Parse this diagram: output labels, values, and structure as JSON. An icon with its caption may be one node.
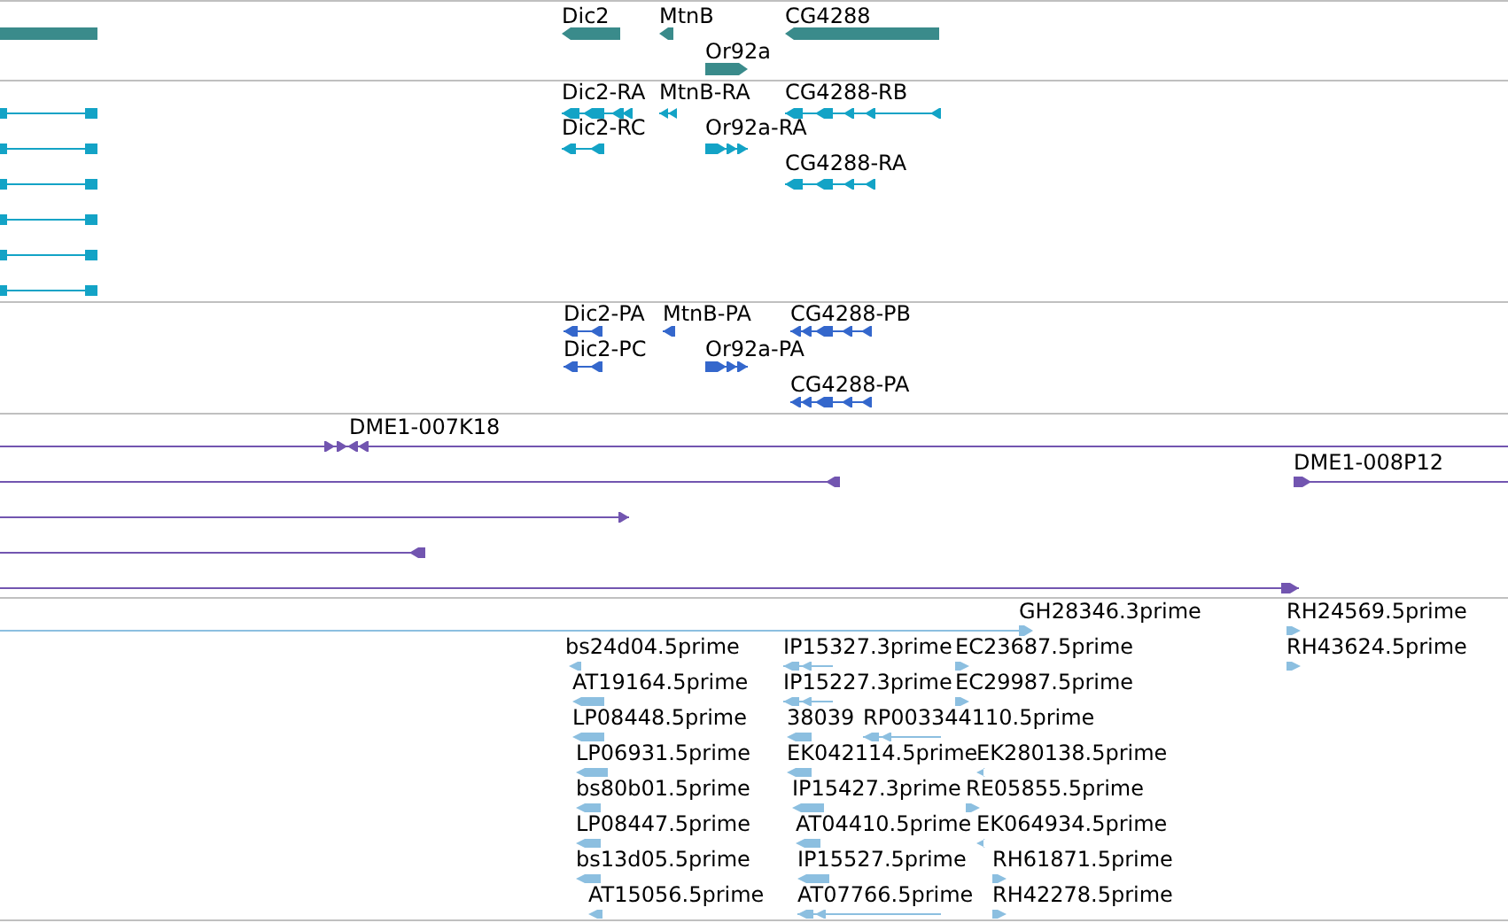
{
  "diagram": {
    "labels": [
      "Dic2",
      "MtnB",
      "CG4288",
      "Or92a",
      "Dic2-RA",
      "MtnB-RA",
      "CG4288-RB",
      "Dic2-RC",
      "Or92a-RA",
      "CG4288-RA",
      "Dic2-PA",
      "MtnB-PA",
      "CG4288-PB",
      "Dic2-PC",
      "Or92a-PA",
      "CG4288-PA",
      "DME1-007K18",
      "DME1-008P12",
      "GH28346.3prime",
      "RH24569.5prime",
      "bs24d04.5prime",
      "IP15327.3prime",
      "EC23687.5prime",
      "RH43624.5prime",
      "AT19164.5prime",
      "IP15227.3prime",
      "EC29987.5prime",
      "LP08448.5prime",
      "38039",
      "RP003344110.5prime",
      "LP06931.5prime",
      "EK042114.5prime",
      "EK280138.5prime",
      "bs80b01.5prime",
      "IP15427.3prime",
      "RE05855.5prime",
      "LP08447.5prime",
      "AT04410.5prime",
      "EK064934.5prime",
      "bs13d05.5prime",
      "IP15527.5prime",
      "RH61871.5prime",
      "AT15056.5prime",
      "AT07766.5prime",
      "RH42278.5prime"
    ]
  }
}
